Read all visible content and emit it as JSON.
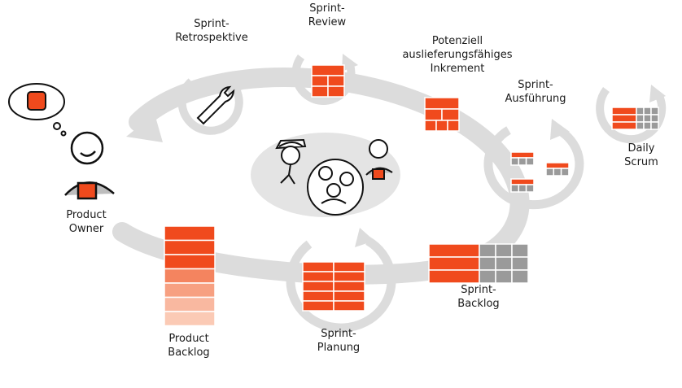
{
  "labels": {
    "sprint_retrospektive": [
      "Sprint-",
      "Retrospektive"
    ],
    "sprint_review": [
      "Sprint-",
      "Review"
    ],
    "potenziell": [
      "Potenziell",
      "auslieferungsfähiges",
      "Inkrement"
    ],
    "sprint_ausfuehrung": [
      "Sprint-",
      "Ausführung"
    ],
    "daily_scrum": [
      "Daily",
      "Scrum"
    ],
    "product_owner": [
      "Product",
      "Owner"
    ],
    "product_backlog": [
      "Product",
      "Backlog"
    ],
    "sprint_planung": [
      "Sprint-",
      "Planung"
    ],
    "sprint_backlog": [
      "Sprint-",
      "Backlog"
    ]
  },
  "colors": {
    "accent": "#f04a1d",
    "cycle_gray": "#dcdcdc",
    "item_gray": "#9a9a9a",
    "backlog_fade": [
      "#f04a1d",
      "#f04a1d",
      "#f04a1d",
      "#f4845f",
      "#f7a081",
      "#f9b8a0",
      "#fbcab5"
    ]
  },
  "icons": [
    "wrench-icon",
    "person-icon",
    "hat-icon",
    "thought-bubble-icon"
  ]
}
